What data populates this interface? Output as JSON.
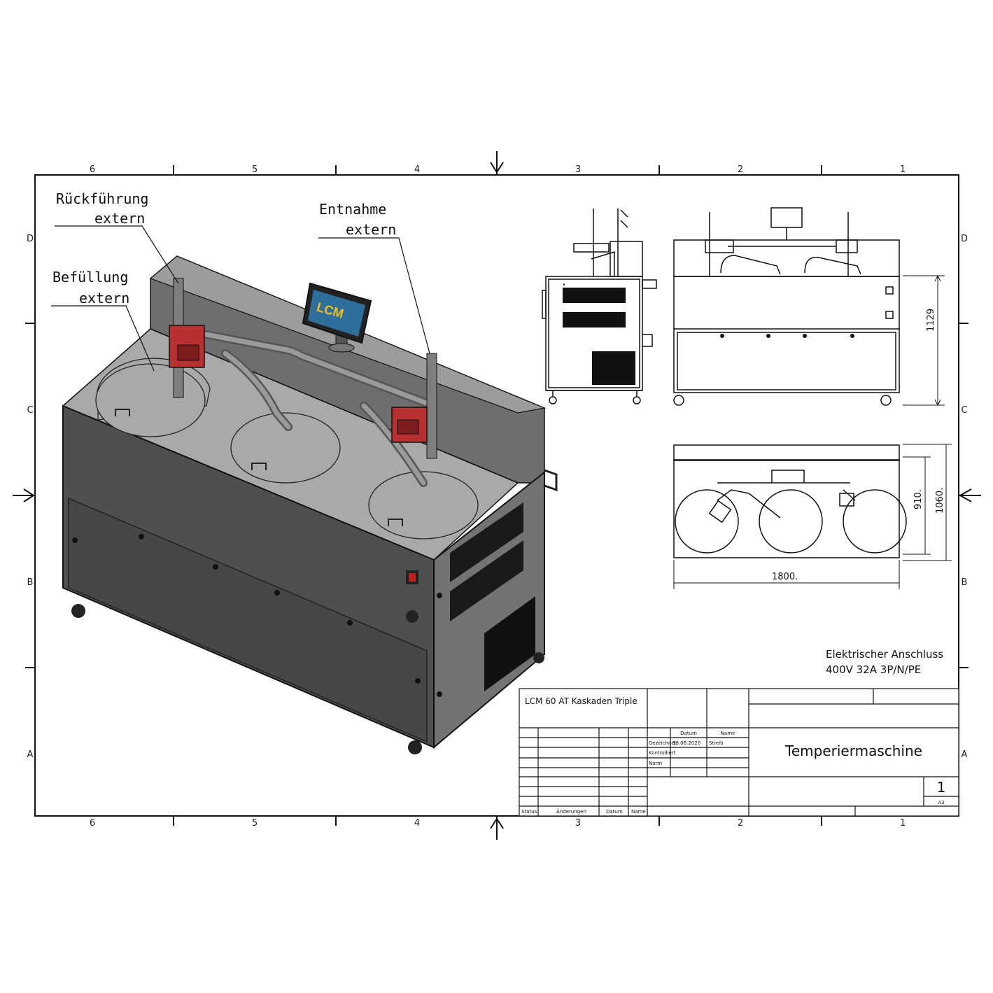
{
  "drawing": {
    "labels": {
      "rueckfuehrung_1": "Rückführung",
      "rueckfuehrung_2": "extern",
      "entnahme_1": "Entnahme",
      "entnahme_2": "extern",
      "befuellung_1": "Befüllung",
      "befuellung_2": "extern"
    },
    "display_logo": "LCM",
    "zones_top": [
      "6",
      "5",
      "4",
      "3",
      "2",
      "1"
    ],
    "zones_side": [
      "D",
      "C",
      "B",
      "A"
    ],
    "dimensions": {
      "height": "1129",
      "depth_inner": "910.",
      "depth_outer": "1060.",
      "width": "1800."
    },
    "electrical": {
      "line1": "Elektrischer Anschluss",
      "line2": "400V 32A 3P/N/PE"
    }
  },
  "title_block": {
    "product": "LCM 60 AT Kaskaden Triple",
    "title": "Temperiermaschine",
    "sheet_number": "1",
    "format": "A3",
    "col_datum": "Datum",
    "col_name": "Name",
    "row_gezeichnet": "Gezeichnet",
    "row_kontrolliert": "Kontrolliert",
    "row_norm": "Norm",
    "date": "18.06.2020",
    "name": "Streib",
    "foot_status": "Status",
    "foot_aenderungen": "Änderungen",
    "foot_datum": "Datum",
    "foot_name": "Name"
  }
}
